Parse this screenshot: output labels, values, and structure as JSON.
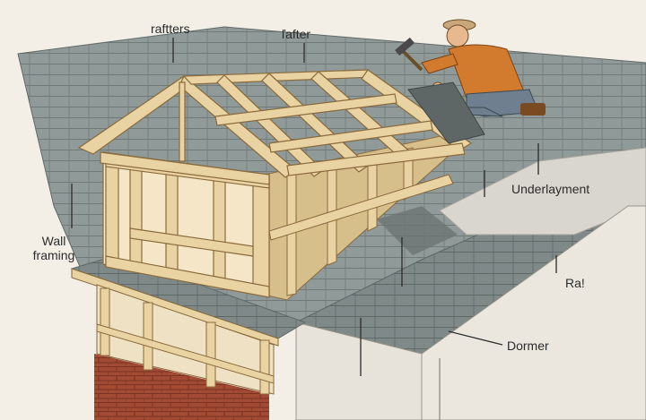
{
  "labels": {
    "rafters": "raftters",
    "rafter": "ľafter",
    "underlayment": "Underlayment",
    "wall_framing_line1": "Wall",
    "wall_framing_line2": "framing",
    "rail": "Ra!",
    "dormer": "Dormer"
  },
  "colors": {
    "background": "#f3efe6",
    "shingle": "#8f9a99",
    "shingle_dark": "#6f7a79",
    "underlayment": "#d9d6cf",
    "wood": "#e9d3a3",
    "wood_edge": "#8a6a3c",
    "brick": "#a24a34",
    "worker_shirt": "#d27a2e",
    "worker_pants": "#6f7f8f",
    "leader_line": "#2b2b2b"
  },
  "icons": [
    "worker-figure",
    "hammer-icon"
  ]
}
